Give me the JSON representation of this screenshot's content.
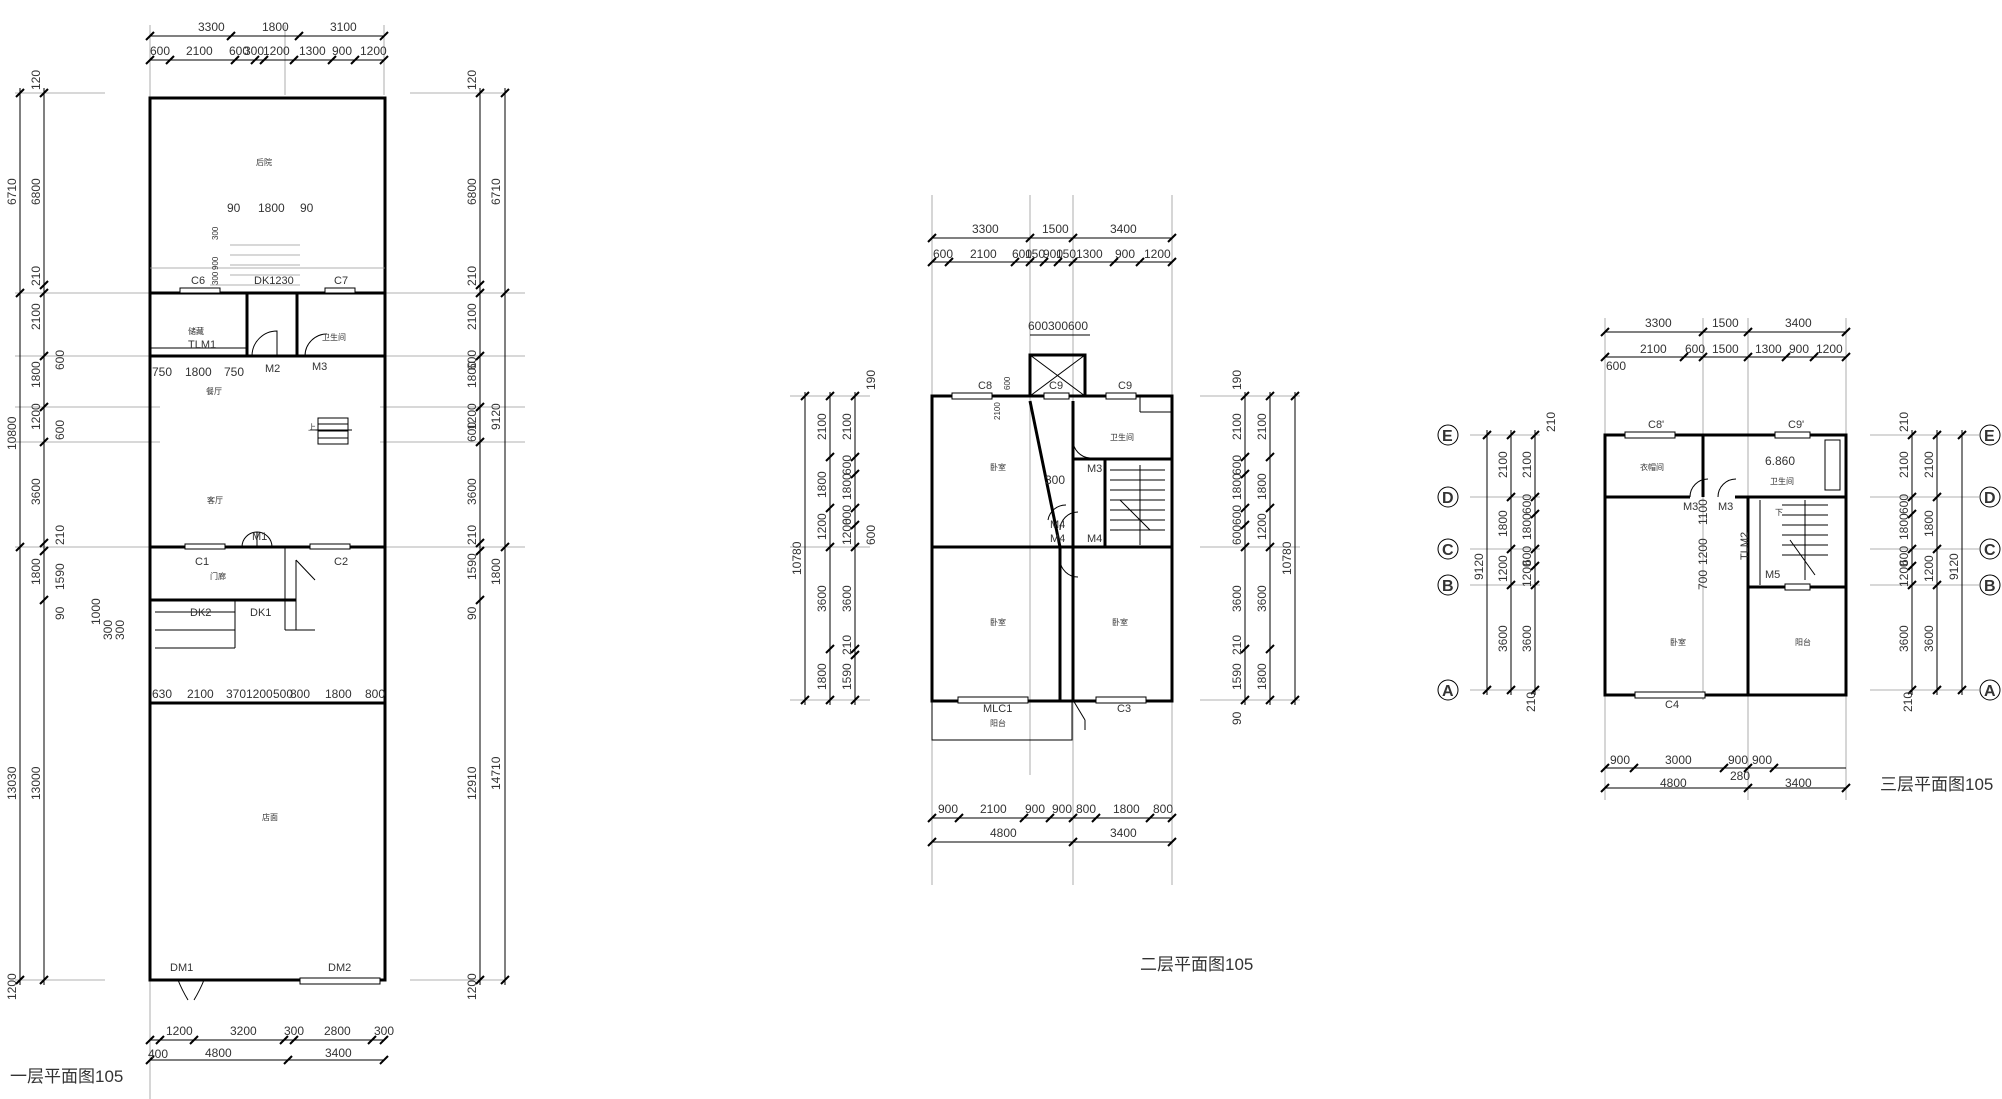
{
  "plan1": {
    "title": "一层平面图105",
    "top_dims_row1": [
      "3300",
      "1800",
      "3100"
    ],
    "top_dims_row2": [
      "600",
      "2100",
      "600",
      "300",
      "1200",
      "1300",
      "900",
      "1200"
    ],
    "left_outer": [
      "6710",
      "10800",
      "13030",
      "1200"
    ],
    "left_inner": [
      "120",
      "6800",
      "210",
      "2100",
      "1800",
      "600",
      "1200",
      "600",
      "3600",
      "210",
      "1800",
      "1590",
      "90",
      "13000"
    ],
    "right_outer": [
      "6710",
      "9120",
      "14710",
      "1200"
    ],
    "right_inner": [
      "120",
      "6800",
      "210",
      "2100",
      "600",
      "1800",
      "1200",
      "600",
      "3600",
      "210",
      "1590",
      "1800",
      "90",
      "12910"
    ],
    "mid_dims": [
      "630",
      "2100",
      "370",
      "1200",
      "500",
      "800",
      "1800",
      "800"
    ],
    "bottom_row1": [
      "400",
      "1200",
      "3200",
      "300",
      "2800",
      "300"
    ],
    "bottom_row2": [
      "4800",
      "3400"
    ],
    "courtyard_dims": [
      "90",
      "1800",
      "90"
    ],
    "stair_dims": [
      "300",
      "900",
      "300"
    ],
    "extra_dims": [
      "1000",
      "300",
      "300"
    ],
    "labels": {
      "courtyard": "后院",
      "c6": "C6",
      "c7": "C7",
      "dk1230": "DK1230",
      "tlm1": "TLM1",
      "storage": "储藏",
      "m2": "M2",
      "m3": "M3",
      "m1": "M1",
      "wc": "卫生间",
      "d750a": "750",
      "d1800": "1800",
      "d750b": "750",
      "dining": "餐厅",
      "living": "客厅",
      "c1": "C1",
      "c2": "C2",
      "porch": "门廊",
      "dk2": "DK2",
      "dk1": "DK1",
      "shop": "店面",
      "dm1": "DM1",
      "dm2": "DM2",
      "up": "上"
    }
  },
  "plan2": {
    "title": "二层平面图105",
    "top_dims_row1": [
      "3300",
      "1500",
      "3400"
    ],
    "top_dims_row2": [
      "600",
      "2100",
      "600",
      "150",
      "900",
      "150",
      "1300",
      "900",
      "1200"
    ],
    "top_dims_row3": [
      "600",
      "300",
      "600"
    ],
    "left_outer": [
      "10780"
    ],
    "left_inner": [
      "190",
      "2100",
      "1800",
      "1200",
      "3600",
      "1800",
      "2100",
      "600",
      "1800",
      "600",
      "1200",
      "600",
      "3600",
      "210",
      "1590"
    ],
    "right_outer": [
      "10780"
    ],
    "right_inner": [
      "190",
      "2100",
      "2100",
      "600",
      "1800",
      "600",
      "1800",
      "1200",
      "600",
      "3600",
      "3600",
      "210",
      "1590",
      "1800",
      "90"
    ],
    "bottom_row1": [
      "900",
      "2100",
      "900",
      "900",
      "800",
      "1800",
      "800"
    ],
    "bottom_row2": [
      "4800",
      "3400"
    ],
    "labels": {
      "c8": "C8",
      "c9a": "C9",
      "c9b": "C9",
      "d2100": "2100",
      "d600": "600",
      "bed1": "卧室",
      "bed2": "卧室",
      "bed3": "卧室",
      "wc": "卫生间",
      "m3": "M3",
      "m4a": "M4",
      "m4b": "M4",
      "m4c": "M4",
      "d300": "300",
      "mlc1": "MLC1",
      "c3": "C3",
      "balcony": "阳台"
    }
  },
  "plan3": {
    "title": "三层平面图105",
    "top_dims_row1": [
      "3300",
      "1500",
      "3400"
    ],
    "top_dims_row2": [
      "2100",
      "600",
      "1500",
      "1300",
      "900",
      "1200"
    ],
    "top_dims_row2_first": "600",
    "left_outer": [
      "9120"
    ],
    "left_inner": [
      "210",
      "2100",
      "1800",
      "1200",
      "3600",
      "2100",
      "600",
      "1800",
      "600",
      "1200",
      "600",
      "3600",
      "210"
    ],
    "right_outer": [
      "9120"
    ],
    "right_inner": [
      "210",
      "2100",
      "600",
      "1800",
      "600",
      "1200",
      "600",
      "3600",
      "2100",
      "1800",
      "1200",
      "3600",
      "210"
    ],
    "bottom_row1": [
      "900",
      "3000",
      "900",
      "900"
    ],
    "bottom_row1_extra": "280",
    "bottom_row2": [
      "4800",
      "3400"
    ],
    "axes": [
      "E",
      "D",
      "C",
      "B",
      "A"
    ],
    "labels": {
      "c8": "C8'",
      "c9": "C9'",
      "closet": "衣帽间",
      "elev": "6.860",
      "wc": "卫生间",
      "m3a": "M3",
      "m3b": "M3",
      "tlm2": "TLM2",
      "d1100": "1100",
      "d1200": "1200",
      "d700": "700",
      "bed": "卧室",
      "m5": "M5",
      "balcony": "阳台",
      "c4": "C4",
      "down": "下"
    }
  }
}
